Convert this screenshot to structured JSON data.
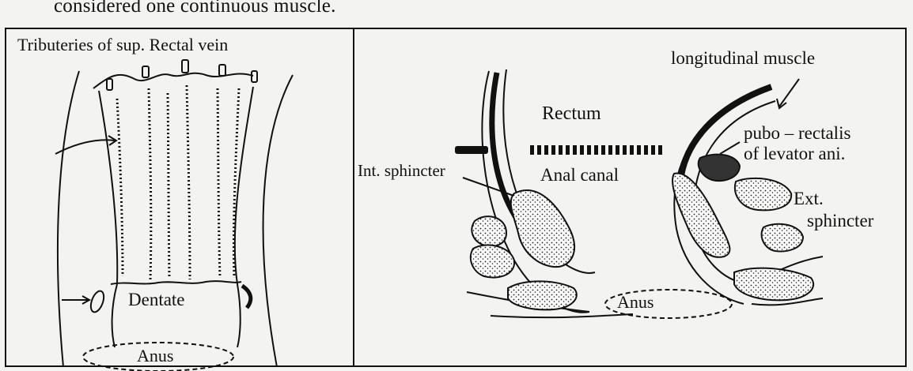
{
  "header": {
    "continuation_text": "considered one continuous muscle."
  },
  "left_panel": {
    "title": "Tributeries of sup. Rectal  vein",
    "dentate_label": "Dentate",
    "anus_label": "Anus"
  },
  "right_panel": {
    "rectum_label": "Rectum",
    "longitudinal_label": "longitudinal muscle",
    "puborectalis_line1": "pubo – rectalis",
    "puborectalis_line2": "of levator ani.",
    "int_sphincter_label": "Int. sphincter",
    "anal_canal_label": "Anal canal",
    "ext_label_line1": "Ext.",
    "ext_label_line2": "sphincter",
    "anus_label": "Anus"
  }
}
